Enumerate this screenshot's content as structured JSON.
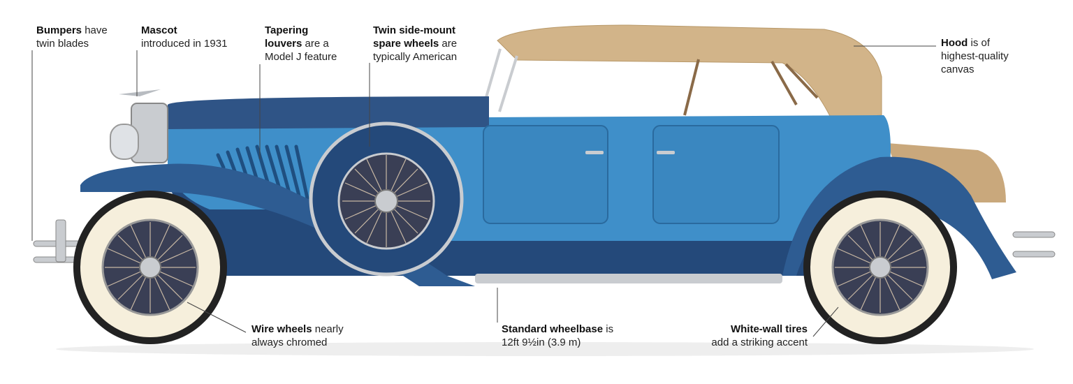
{
  "callouts": {
    "bumpers": {
      "bold": "Bumpers",
      "rest1": " have",
      "line2": "twin blades"
    },
    "mascot": {
      "bold": "Mascot",
      "line2": "introduced in 1931"
    },
    "louvers": {
      "bold1": "Tapering",
      "bold2": "louvers",
      "rest2": " are a",
      "line3": "Model J feature"
    },
    "spare": {
      "bold1": "Twin side-mount",
      "bold2": "spare wheels",
      "rest2": " are",
      "line3": "typically American"
    },
    "hood": {
      "bold": "Hood",
      "rest1": " is of",
      "line2": "highest-quality",
      "line3": "canvas"
    },
    "wire": {
      "bold": "Wire wheels",
      "rest1": " nearly",
      "line2": "always chromed"
    },
    "wheelbase": {
      "bold": "Standard wheelbase",
      "rest1": " is",
      "line2": "12ft 9½in (3.9 m)"
    },
    "whitewall": {
      "bold": "White-wall tires",
      "line2": "add a striking accent"
    }
  },
  "colors": {
    "body_light": "#3f8fc9",
    "body_dark": "#24497a",
    "fender": "#2e5c92",
    "canvas": "#d2b489",
    "chrome": "#c9ccd0",
    "tire_white": "#f6efdc"
  }
}
